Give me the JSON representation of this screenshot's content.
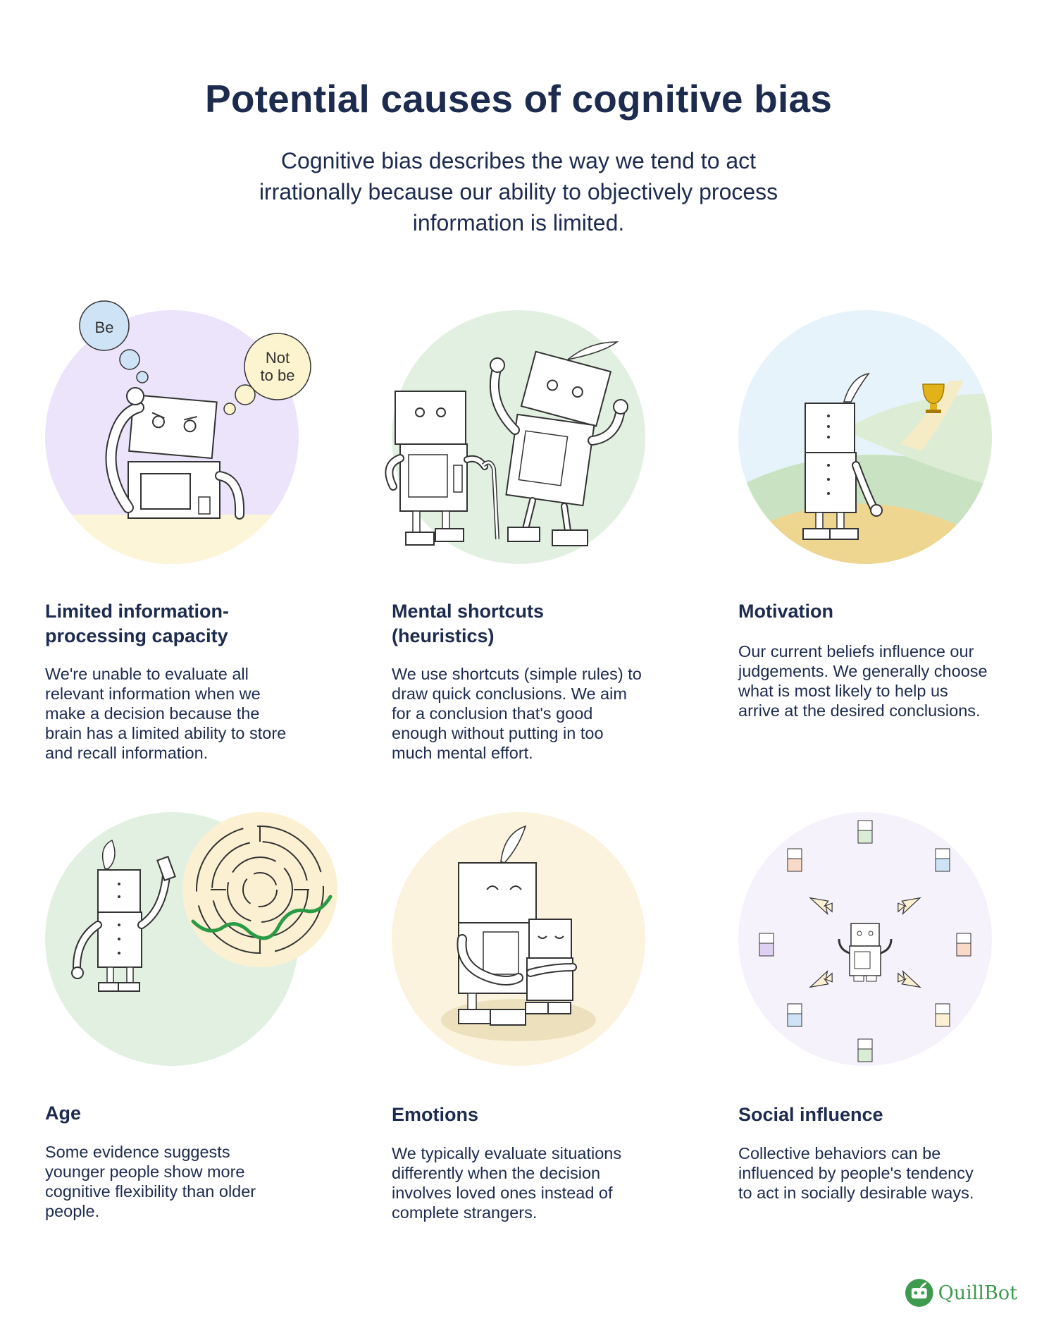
{
  "header": {
    "title": "Potential causes of cognitive bias",
    "subtitle": "Cognitive bias describes the way we tend to act irrationally because our ability to objectively process information is limited."
  },
  "cards": [
    {
      "title": "Limited information-processing capacity",
      "text": "We're unable to evaluate all relevant information when we make a decision because the brain has a limited ability to store and recall information.",
      "bubble_1": "Be",
      "bubble_2_line1": "Not",
      "bubble_2_line2": "to be",
      "circle_color": "#ece4fb"
    },
    {
      "title": "Mental shortcuts (heuristics)",
      "text": "We use shortcuts (simple rules) to draw quick conclusions. We aim for a conclusion that's good enough without putting in too much mental effort.",
      "circle_color": "#e2f0e1"
    },
    {
      "title": "Motivation",
      "text": "Our current beliefs influence our judgements. We generally choose what is most likely to help us arrive at the desired conclusions.",
      "circle_color": "#e7f3fb"
    },
    {
      "title": "Age",
      "text": "Some evidence suggests younger people show more cognitive flexibility than older people.",
      "circle_color": "#e2f0e1"
    },
    {
      "title": "Emotions",
      "text": "We typically evaluate situations differently when the decision involves loved ones instead of complete strangers.",
      "circle_color": "#fcf3de"
    },
    {
      "title": "Social influence",
      "text": "Collective behaviors can be influenced by people's tendency to act in socially desirable ways.",
      "circle_color": "#f5f2fc"
    }
  ],
  "brand": {
    "name": "QuillBot",
    "icon": "quillbot-logo-icon",
    "color": "#3e9a4f"
  }
}
